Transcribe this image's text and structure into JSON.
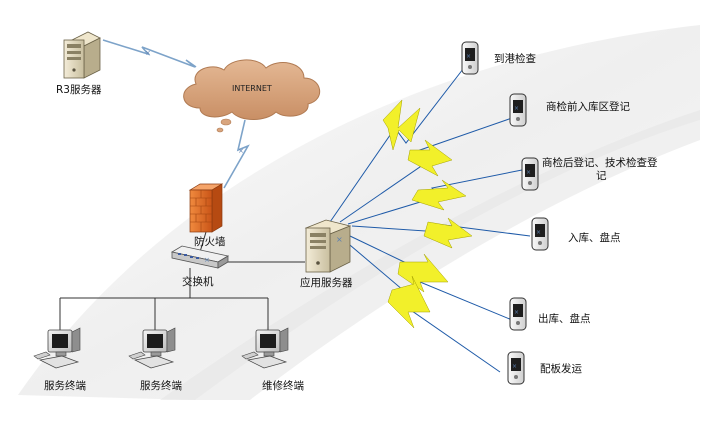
{
  "nodes": {
    "r3_server": {
      "label": "R3服务器",
      "icon": "tower-server-icon"
    },
    "internet": {
      "label": "INTERNET",
      "icon": "cloud-icon"
    },
    "firewall": {
      "label": "防火墙",
      "icon": "firewall-icon"
    },
    "switch": {
      "label": "交换机",
      "icon": "switch-icon"
    },
    "app_server": {
      "label": "应用服务器",
      "icon": "tower-server-icon"
    },
    "terminals": [
      {
        "label": "服务终端",
        "icon": "workstation-icon"
      },
      {
        "label": "服务终端",
        "icon": "workstation-icon"
      },
      {
        "label": "维修终端",
        "icon": "workstation-icon"
      }
    ],
    "handhelds": [
      {
        "label": "到港检查",
        "icon": "pda-icon"
      },
      {
        "label": "商检前入库区登记",
        "icon": "pda-icon"
      },
      {
        "label_line1": "商检后登记、技术检查登",
        "label_line2": "记",
        "icon": "pda-icon"
      },
      {
        "label": "入库、盘点",
        "icon": "pda-icon"
      },
      {
        "label": "出库、盘点",
        "icon": "pda-icon"
      },
      {
        "label": "配板发运",
        "icon": "pda-icon"
      }
    ]
  },
  "colors": {
    "cloud": "#d9a57e",
    "firewall": "#e8712b",
    "lightning_wireless": "#f2f02a",
    "lightning_wan": "#7da3c9",
    "cable": "#3a3a3a",
    "swoosh": "#f1f1f1"
  }
}
